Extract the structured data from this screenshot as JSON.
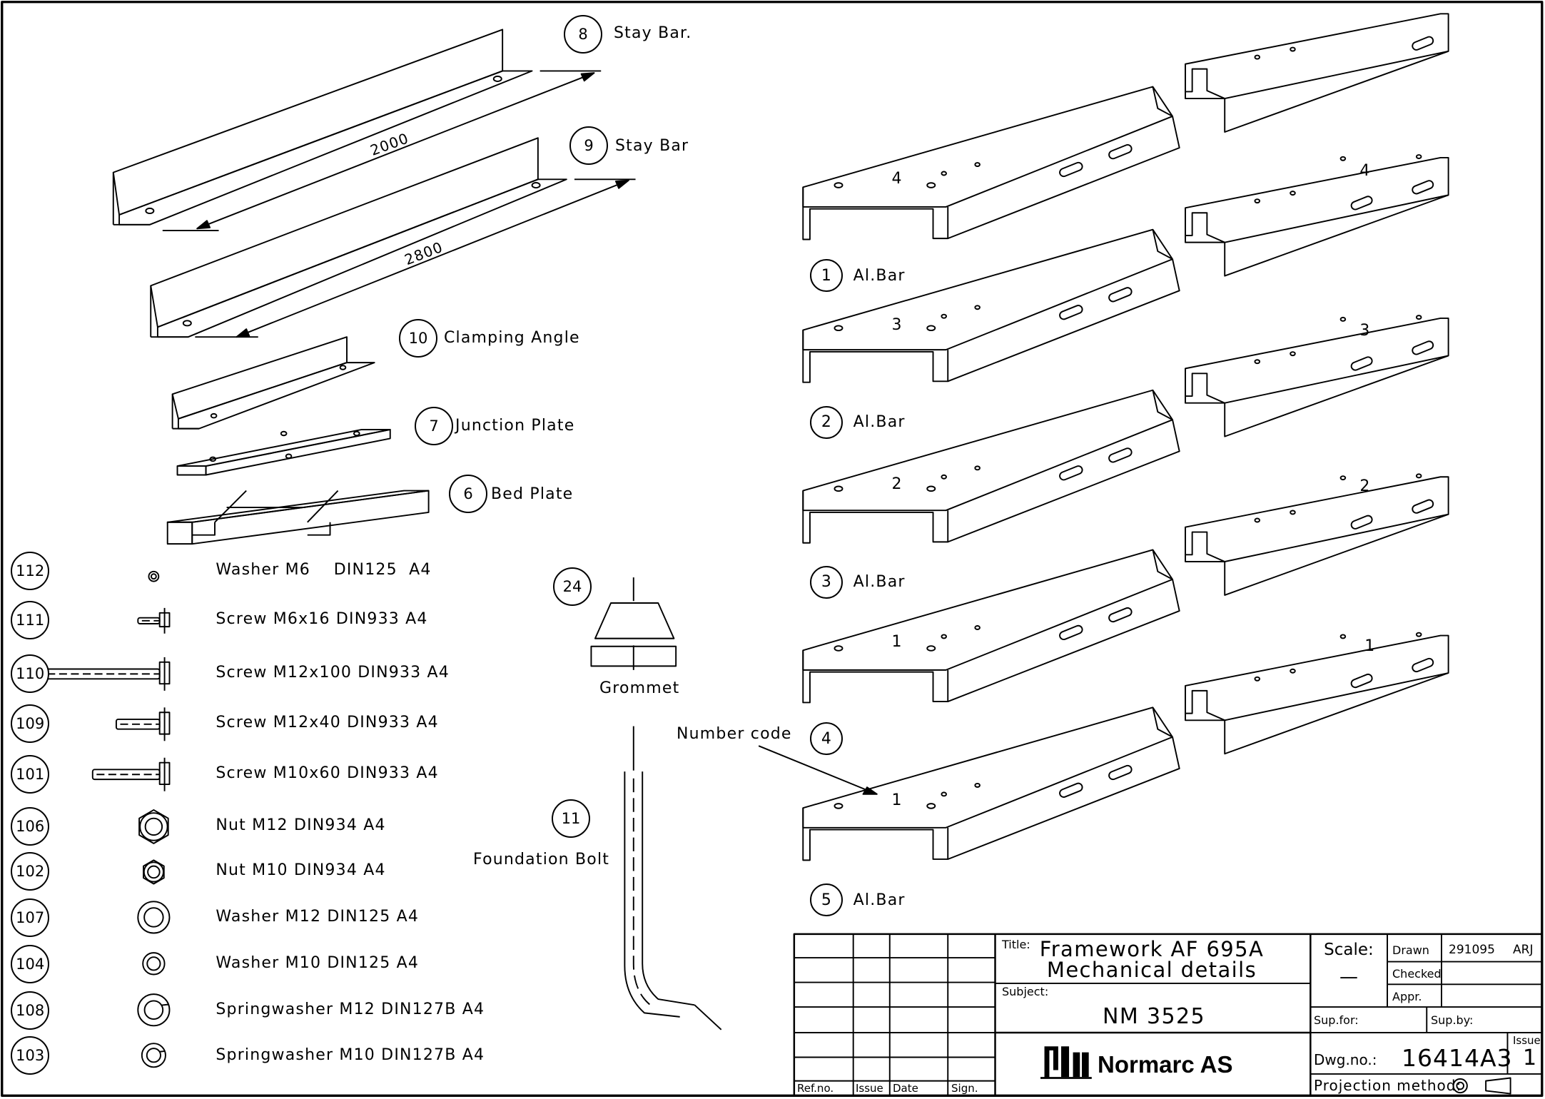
{
  "parts": {
    "stay_bar_8": {
      "num": "8",
      "label": "Stay Bar.",
      "dim": "2000"
    },
    "stay_bar_9": {
      "num": "9",
      "label": "Stay Bar",
      "dim": "2800"
    },
    "clamping_angle": {
      "num": "10",
      "label": "Clamping Angle"
    },
    "junction_plate": {
      "num": "7",
      "label": "Junction Plate"
    },
    "bed_plate": {
      "num": "6",
      "label": "Bed Plate"
    },
    "grommet": {
      "num": "24",
      "label": "Grommet"
    },
    "foundation_bolt": {
      "num": "11",
      "label": "Foundation Bolt"
    },
    "al_bars": [
      {
        "num": "1",
        "label": "Al.Bar",
        "code": "4"
      },
      {
        "num": "2",
        "label": "Al.Bar",
        "code": "3"
      },
      {
        "num": "3",
        "label": "Al.Bar",
        "code": "2"
      },
      {
        "num": "4",
        "label": "",
        "code": "1"
      },
      {
        "num": "5",
        "label": "Al.Bar",
        "code": "1"
      }
    ],
    "number_code_label": "Number code"
  },
  "hardware": [
    {
      "num": "112",
      "label": "Washer M6    DIN125  A4",
      "icon": "small-washer-icon"
    },
    {
      "num": "111",
      "label": "Screw M6x16 DIN933 A4",
      "icon": "small-screw-icon"
    },
    {
      "num": "110",
      "label": "Screw M12x100 DIN933 A4",
      "icon": "long-screw-icon"
    },
    {
      "num": "109",
      "label": "Screw M12x40 DIN933 A4",
      "icon": "short-screw-icon"
    },
    {
      "num": "101",
      "label": "Screw M10x60 DIN933 A4",
      "icon": "medium-screw-icon"
    },
    {
      "num": "106",
      "label": "Nut M12 DIN934 A4",
      "icon": "hex-nut-icon"
    },
    {
      "num": "102",
      "label": "Nut M10 DIN934 A4",
      "icon": "hex-nut-icon"
    },
    {
      "num": "107",
      "label": "Washer M12 DIN125 A4",
      "icon": "washer-icon"
    },
    {
      "num": "104",
      "label": "Washer M10 DIN125 A4",
      "icon": "washer-icon"
    },
    {
      "num": "108",
      "label": "Springwasher M12 DIN127B A4",
      "icon": "springwasher-icon"
    },
    {
      "num": "103",
      "label": "Springwasher M10 DIN127B A4",
      "icon": "springwasher-icon"
    }
  ],
  "title_block": {
    "title_label": "Title:",
    "title_line1": "Framework AF 695A",
    "title_line2": "Mechanical details",
    "subject_label": "Subject:",
    "subject": "NM 3525",
    "company": "Normarc AS",
    "scale_label": "Scale:",
    "scale_value": "—",
    "drawn_label": "Drawn",
    "drawn_date": "291095",
    "drawn_by": "ARJ",
    "checked_label": "Checked",
    "appr_label": "Appr.",
    "sup_for_label": "Sup.for:",
    "sup_by_label": "Sup.by:",
    "dwg_label": "Dwg.no.:",
    "dwg_no": "16414A3",
    "issue_label": "Issue",
    "issue_no": "1",
    "projection_label": "Projection method:",
    "rev_headers": [
      "Ref.no.",
      "Issue",
      "Date",
      "Sign."
    ]
  }
}
